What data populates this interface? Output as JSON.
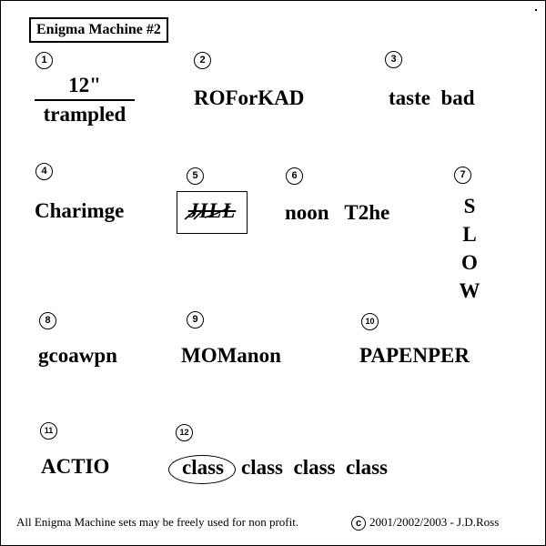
{
  "title": "Enigma Machine #2",
  "numbers": [
    "1",
    "2",
    "3",
    "4",
    "5",
    "6",
    "7",
    "8",
    "9",
    "10",
    "11",
    "12"
  ],
  "puzzles": {
    "p1": {
      "top": "12\"",
      "bottom": "trampled"
    },
    "p2": {
      "text": "ROForKAD"
    },
    "p3": {
      "text": "taste  bad"
    },
    "p4": {
      "text": "Charimge"
    },
    "p5": {
      "text": "JILL"
    },
    "p6": {
      "text": "noon   T2he"
    },
    "p7": {
      "letters": [
        "S",
        "L",
        "O",
        "W"
      ]
    },
    "p8": {
      "text": "gcoawpn"
    },
    "p9": {
      "text": "MOManon"
    },
    "p10": {
      "text": "PAPENPER"
    },
    "p11": {
      "text": "ACTIO"
    },
    "p12": {
      "circled": "class",
      "rest": "class  class  class"
    }
  },
  "footer": {
    "license": "All Enigma Machine sets may be freely used for non profit.",
    "copyright_symbol": "c",
    "copyright": "2001/2002/2003 - J.D.Ross"
  }
}
